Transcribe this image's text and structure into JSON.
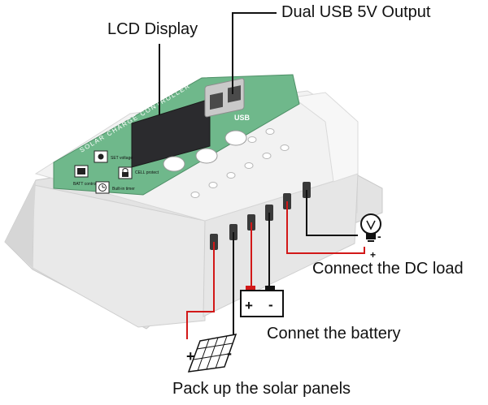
{
  "callouts": {
    "lcd": "LCD Display",
    "usb": "Dual USB 5V Output",
    "dc_load": "Connect the DC load",
    "battery": "Connet the battery",
    "solar": "Pack up the solar panels"
  },
  "panel": {
    "title": "SOLAR CHARGE CONTROLLER",
    "usb_label": "USB",
    "icons": [
      {
        "icon": "battery-icon",
        "label": "BATT control"
      },
      {
        "icon": "sun-icon",
        "label": "SET voltage"
      },
      {
        "icon": "clock-icon",
        "label": "Built-in timer"
      },
      {
        "icon": "lock-icon",
        "label": "CELL protect"
      }
    ]
  },
  "terminal_signs": {
    "solar_plus": "+",
    "solar_minus": "-",
    "battery_plus": "+",
    "battery_minus": "-",
    "load_plus": "+",
    "load_minus": "-"
  },
  "colors": {
    "housing": "#f1f1f1",
    "panel_green": "#6fb88b",
    "lcd": "#2b2b2e",
    "positive_wire": "#d21818",
    "negative_wire": "#111111"
  }
}
